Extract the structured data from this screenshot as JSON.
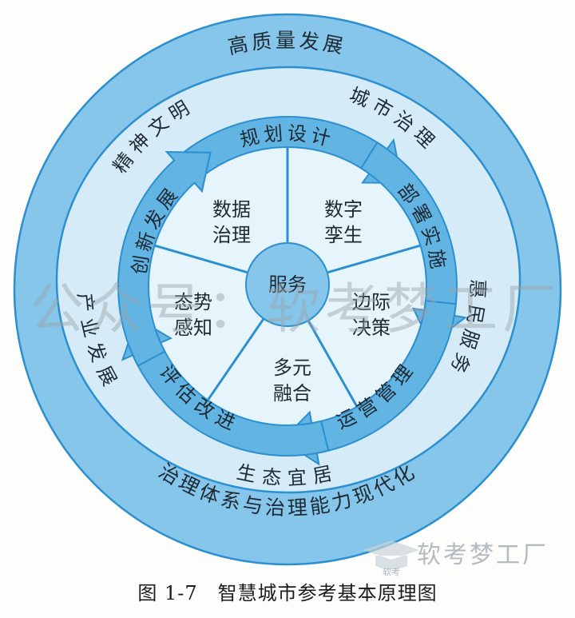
{
  "diagram": {
    "outer_ring": {
      "top": "高质量发展",
      "bottom": "治理体系与治理能力现代化"
    },
    "middle_ring": [
      "城市治理",
      "惠民服务",
      "生态宜居",
      "产业发展",
      "精神文明"
    ],
    "cycle_arrows": [
      "规划设计",
      "部署实施",
      "运营管理",
      "评估改进",
      "创新发展"
    ],
    "center": "服务",
    "sectors": [
      {
        "line1": "数据",
        "line2": "治理"
      },
      {
        "line1": "数字",
        "line2": "孪生"
      },
      {
        "line1": "边际",
        "line2": "决策"
      },
      {
        "line1": "多元",
        "line2": "融合"
      },
      {
        "line1": "态势",
        "line2": "感知"
      }
    ],
    "colors": {
      "outer_band": "#86c6ea",
      "middle_band": "#d5ecf8",
      "arrows": "#62b4e3",
      "inner_disc": "#e6f4fb",
      "stroke": "#2b8fd0"
    }
  },
  "watermark": "公众号：软考梦工厂",
  "logo": {
    "text": "软考梦工厂",
    "small": "软考"
  },
  "caption": "图 1-7　智慧城市参考基本原理图"
}
